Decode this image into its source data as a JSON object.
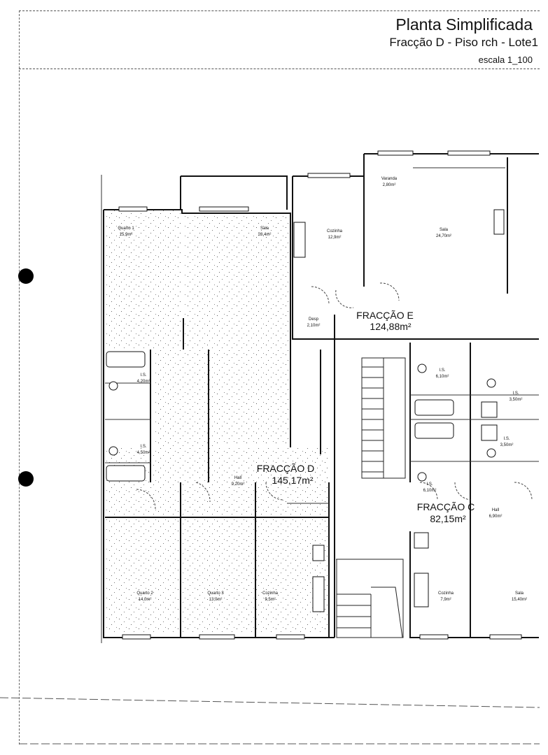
{
  "header": {
    "title": "Planta Simplificada",
    "subtitle": "Fracção D - Piso rch - Lote1",
    "scale": "escala 1_100"
  },
  "rooms": [
    {
      "id": "quarto1",
      "name": "Quarto 1",
      "area": "15,9m²"
    },
    {
      "id": "sala-d",
      "name": "Sala",
      "area": "28,4m²"
    },
    {
      "id": "cozinha-e",
      "name": "Cozinha",
      "area": "12,9m²"
    },
    {
      "id": "varanda",
      "name": "Varanda",
      "area": "2,80m²"
    },
    {
      "id": "sala-e",
      "name": "Sala",
      "area": "24,70m²"
    },
    {
      "id": "desp",
      "name": "Desp",
      "area": "2,10m²"
    },
    {
      "id": "is1-d",
      "name": "I.S.",
      "area": "4,20m²"
    },
    {
      "id": "is2-d",
      "name": "I.S.",
      "area": "4,50m²"
    },
    {
      "id": "hall-d",
      "name": "Hall",
      "area": "9,20m²"
    },
    {
      "id": "is1-e",
      "name": "I.S.",
      "area": "6,10m²"
    },
    {
      "id": "is2-e",
      "name": "I.S.",
      "area": "3,50m²"
    },
    {
      "id": "is1-c",
      "name": "I.S.",
      "area": "3,50m²"
    },
    {
      "id": "is2-c",
      "name": "I.S.",
      "area": "6,10m²"
    },
    {
      "id": "hall-c",
      "name": "Hall",
      "area": "6,90m²"
    },
    {
      "id": "quarto2",
      "name": "Quarto 2",
      "area": "14,0m²"
    },
    {
      "id": "quarto3",
      "name": "Quarto 3",
      "area": "13,0m²"
    },
    {
      "id": "cozinha-d",
      "name": "Cozinha",
      "area": "9,5m²"
    },
    {
      "id": "cozinha-c",
      "name": "Cozinha",
      "area": "7,9m²"
    },
    {
      "id": "sala-c",
      "name": "Sala",
      "area": "15,40m²"
    }
  ],
  "fractions": [
    {
      "id": "e",
      "name": "FRACÇÃO E",
      "area": "124,88m²"
    },
    {
      "id": "d",
      "name": "FRACÇÃO D",
      "area": "145,17m²"
    },
    {
      "id": "c",
      "name": "FRACÇÃO C",
      "area": "82,15m²"
    }
  ]
}
